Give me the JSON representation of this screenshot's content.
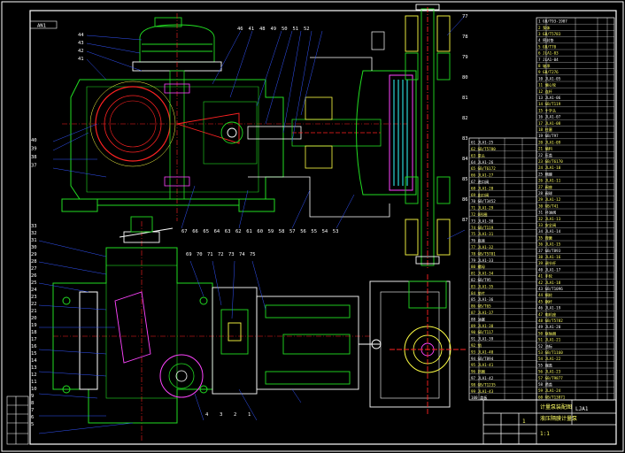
{
  "drawing": {
    "frame_code": "AN1",
    "title_block": {
      "name": "LJA1",
      "line1": "计量泵装配图",
      "line2": "液压隔膜计量泵",
      "scale": "1:1",
      "sheet": "1"
    },
    "left_labels_top": [
      "44",
      "43",
      "42",
      "41",
      "40",
      "39",
      "38",
      "37"
    ],
    "top_labels": [
      "46",
      "41",
      "48",
      "49",
      "50",
      "51",
      "52"
    ],
    "left_labels_bottom": [
      "33",
      "32",
      "31",
      "30",
      "29",
      "28",
      "27",
      "26",
      "25",
      "24",
      "23",
      "22",
      "21",
      "20",
      "19",
      "18",
      "17",
      "16",
      "15",
      "14",
      "13",
      "12",
      "11",
      "10",
      "9",
      "8",
      "7",
      "6",
      "5"
    ],
    "mid_labels": [
      "67",
      "66",
      "65",
      "64",
      "63",
      "62",
      "61",
      "60",
      "59",
      "58",
      "57",
      "56",
      "55",
      "54",
      "53"
    ],
    "mid_labels2": [
      "69",
      "70",
      "71",
      "72",
      "73",
      "74",
      "75"
    ],
    "bottom_labels": [
      "4",
      "3",
      "2",
      "1"
    ],
    "right_labels": [
      "77",
      "78",
      "79",
      "80",
      "81",
      "82",
      "83",
      "84",
      "85",
      "86",
      "87"
    ],
    "parts_list_right": [
      "1 GB/T93-1987",
      "2 泵体",
      "3 GB/T5783",
      "4 密封垫",
      "5 GB/T70",
      "6 JLA1-03",
      "7 JLA1-04",
      "8 轴承",
      "9 GB/T276",
      "10 JLA1-05",
      "11 偏心轮",
      "12 连杆",
      "13 JLA1-06",
      "14 GB/T119",
      "15 十字头",
      "16 JLA1-07",
      "17 JLA1-08",
      "18 柱塞",
      "19 GB/T97",
      "20 JLA1-09",
      "21 填料",
      "22 压盖",
      "23 GB/T6170",
      "24 JLA1-10",
      "25 隔膜",
      "26 JLA1-11",
      "27 阀座",
      "28 阀球",
      "29 JLA1-12",
      "30 GB/T41",
      "31 补油阀",
      "32 JLA1-13",
      "33 安全阀",
      "34 JLA1-14",
      "35 弹簧",
      "36 JLA1-15",
      "37 GB/T893",
      "38 JLA1-16",
      "39 调节杆",
      "40 JLA1-17",
      "41 手轮",
      "42 JLA1-18",
      "43 GB/T1096",
      "44 蜗轮",
      "45 蜗杆",
      "46 JLA1-19",
      "47 电机座",
      "48 GB/T5782",
      "49 JLA1-20",
      "50 联轴器",
      "51 JLA1-21",
      "52 油标",
      "53 GB/T1160",
      "54 JLA1-22",
      "55 端盖",
      "56 JLA1-23",
      "57 GB/T9877",
      "58 透盖",
      "59 JLA1-24",
      "60 GB/T13871"
    ],
    "parts_list_left": [
      "61 JLA1-25",
      "62 GB/T5780",
      "63 泵头",
      "64 JLA1-26",
      "65 GB/T6172",
      "66 JLA1-27",
      "67 进口阀",
      "68 JLA1-28",
      "69 出口阀",
      "70 GB/T3452",
      "71 JLA1-29",
      "72 O形圈",
      "73 JLA1-30",
      "74 GB/T119",
      "75 JLA1-31",
      "76 底座",
      "77 JLA1-32",
      "78 GB/T5781",
      "79 JLA1-33",
      "80 螺母",
      "81 JLA1-34",
      "82 GB/T95",
      "83 JLA1-35",
      "84 垫片",
      "85 JLA1-36",
      "86 GB/T65",
      "87 JLA1-37",
      "88 油塞",
      "89 JLA1-38",
      "90 GB/T117",
      "91 JLA1-39",
      "92 销",
      "93 JLA1-40",
      "94 GB/T894",
      "95 JLA1-41",
      "96 挡圈",
      "97 JLA1-42",
      "98 GB/T1235",
      "99 JLA1-43",
      "100 盖板"
    ],
    "colors": {
      "background": "#000000",
      "frame": "#ffffff",
      "body_green": "#22dd22",
      "cut_red": "#ff2222",
      "leader_blue": "#3355ff",
      "text_yellow": "#ffff44",
      "cyan": "#33ffff",
      "magenta": "#ff44ff"
    }
  }
}
